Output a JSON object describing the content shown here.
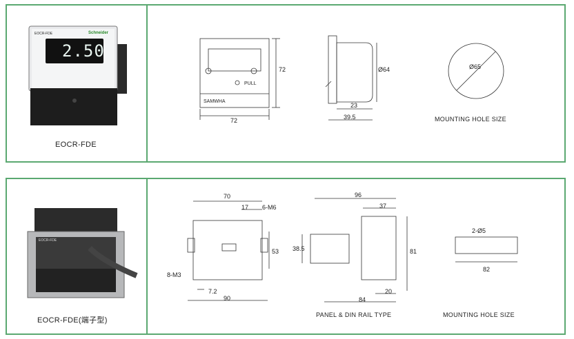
{
  "top": {
    "product_name": "EOCR-FDE",
    "device_brand": "Schneider",
    "device_model_label": "EOCR-FDE",
    "display_value": "2.50",
    "front_brand": "SAMWHA",
    "pull_label": "PULL",
    "dims": {
      "front_width": "72",
      "front_height": "72",
      "side_depth_a": "23",
      "side_depth_b": "39.5",
      "side_dia": "Ø64",
      "hole_dia": "Ø65"
    },
    "hole_caption": "MOUNTING HOLE SIZE"
  },
  "bottom": {
    "product_name": "EOCR-FDE(端子型)",
    "device_model_label": "EOCR-FDE",
    "dims": {
      "front_70": "70",
      "front_17": "17",
      "front_6m6": "6-M6",
      "front_53": "53",
      "front_8m3": "8-M3",
      "front_72": "7.2",
      "front_90": "90",
      "side_96": "96",
      "side_37": "37",
      "side_385": "38.5",
      "side_81": "81",
      "side_84": "84",
      "side_20": "20",
      "hole_2d5": "2-Ø5",
      "hole_82": "82"
    },
    "rail_caption": "PANEL & DIN RAIL TYPE",
    "hole_caption": "MOUNTING HOLE SIZE"
  }
}
